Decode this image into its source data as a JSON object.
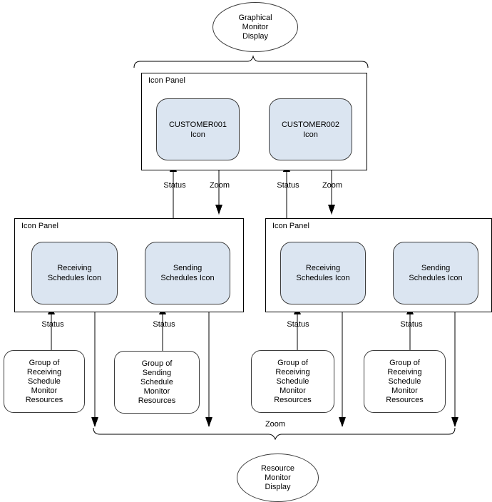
{
  "diagram": {
    "top_display": {
      "label": "Graphical\nMonitor\nDisplay"
    },
    "bottom_display": {
      "label": "Resource\nMonitor\nDisplay"
    },
    "labels": {
      "status": "Status",
      "zoom": "Zoom"
    },
    "panels": {
      "top": {
        "title": "Icon Panel",
        "icons": [
          {
            "label": "CUSTOMER001\nIcon"
          },
          {
            "label": "CUSTOMER002\nIcon"
          }
        ]
      },
      "lower_left": {
        "title": "Icon Panel",
        "icons": [
          {
            "label": "Receiving\nSchedules Icon"
          },
          {
            "label": "Sending\nSchedules Icon"
          }
        ]
      },
      "lower_right": {
        "title": "Icon Panel",
        "icons": [
          {
            "label": "Receiving\nSchedules Icon"
          },
          {
            "label": "Sending\nSchedules Icon"
          }
        ]
      }
    },
    "groups": [
      {
        "label": "Group of\nReceiving\nSchedule\nMonitor\nResources"
      },
      {
        "label": "Group of\nSending\nSchedule\nMonitor\nResources"
      },
      {
        "label": "Group of\nReceiving\nSchedule\nMonitor\nResources"
      },
      {
        "label": "Group of\nReceiving\nSchedule\nMonitor\nResources"
      }
    ],
    "colors": {
      "icon_fill": "#dbe5f1",
      "line": "#000000",
      "background": "#ffffff"
    }
  }
}
